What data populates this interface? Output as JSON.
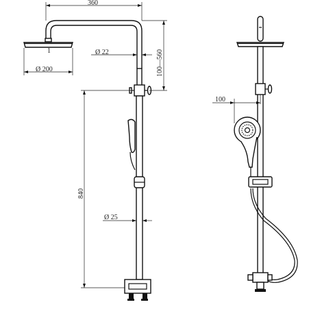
{
  "dimensions": {
    "arm_width": "360",
    "head_diameter": "Ø 200",
    "riser_top_diameter": "Ø 22",
    "height_adjust": "100—560",
    "height": "840",
    "riser_bottom_diameter": "Ø 25",
    "handshower_offset": "100"
  },
  "labels": {
    "head_mark": "1"
  },
  "colors": {
    "line": "#111111",
    "background": "#ffffff"
  }
}
